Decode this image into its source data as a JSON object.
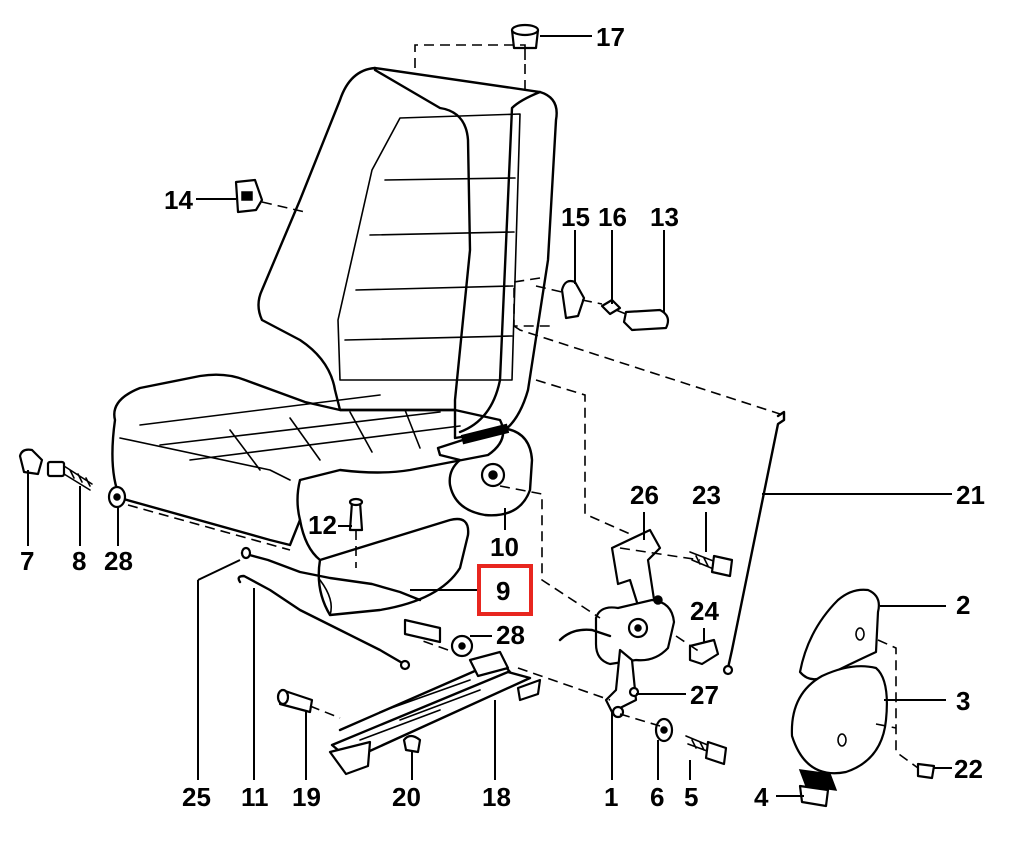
{
  "callouts": {
    "c1": "1",
    "c2": "2",
    "c3": "3",
    "c4": "4",
    "c5": "5",
    "c6": "6",
    "c7": "7",
    "c8": "8",
    "c9": "9",
    "c10": "10",
    "c11": "11",
    "c12": "12",
    "c13": "13",
    "c14": "14",
    "c15": "15",
    "c16": "16",
    "c17": "17",
    "c18": "18",
    "c19": "19",
    "c20": "20",
    "c21": "21",
    "c22": "22",
    "c23": "23",
    "c24": "24",
    "c25": "25",
    "c26": "26",
    "c27": "27",
    "c28a": "28",
    "c28b": "28"
  },
  "highlight": {
    "callout": "9",
    "color": "#e8261f"
  }
}
